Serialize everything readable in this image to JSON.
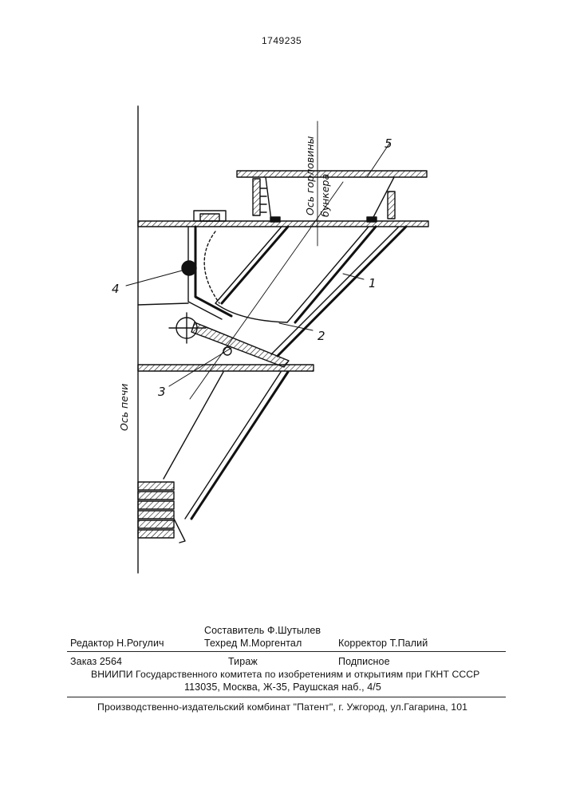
{
  "header": {
    "patent_number": "1749235"
  },
  "drawing": {
    "callouts": [
      "1",
      "2",
      "3",
      "4",
      "5"
    ],
    "axis_labels": {
      "furnace_axis": "Ось печи",
      "throat_axis": "Ось горловины",
      "hopper_axis": "бункера"
    }
  },
  "imprint": {
    "compiler": "Составитель  Ф.Шутылев",
    "editor": "Редактор  Н.Рогулич",
    "techred": "Техред М.Моргентал",
    "corrector": "Корректор  Т.Палий",
    "order": "Заказ  2564",
    "circulation": "Тираж",
    "subscription": "Подписное",
    "institute": "ВНИИПИ Государственного комитета по изобретениям и открытиям при ГКНТ СССР",
    "address": "113035, Москва, Ж-35, Раушская наб., 4/5",
    "publisher": "Производственно-издательский комбинат \"Патент\", г. Ужгород, ул.Гагарина, 101"
  }
}
